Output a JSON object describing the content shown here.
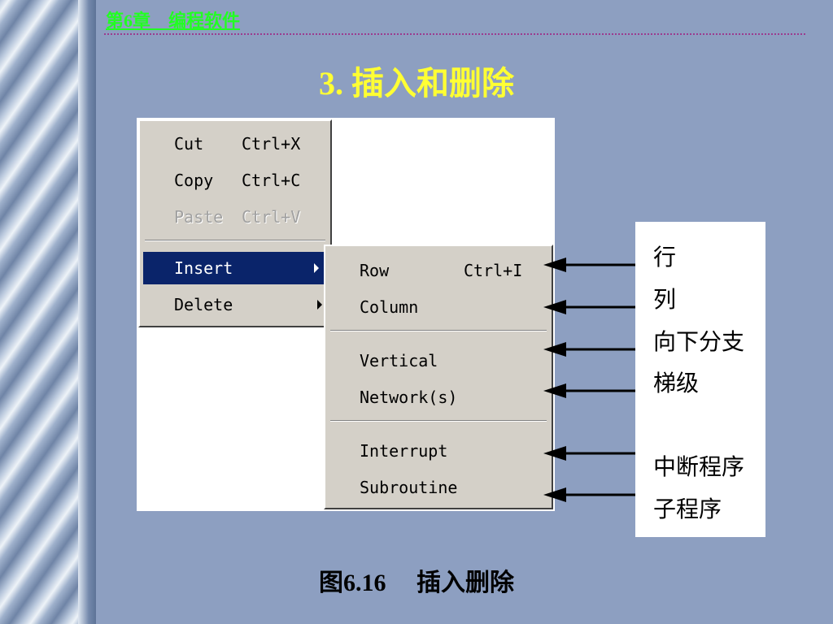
{
  "header": {
    "chapter": "第6章　编程软件",
    "title": "3. 插入和删除"
  },
  "context_menu": {
    "items": [
      {
        "label": "Cut",
        "accel": "Ctrl+X",
        "enabled": true
      },
      {
        "label": "Copy",
        "accel": "Ctrl+C",
        "enabled": true
      },
      {
        "label": "Paste",
        "accel": "Ctrl+V",
        "enabled": false
      },
      {
        "label": "Insert",
        "submenu": true,
        "highlighted": true
      },
      {
        "label": "Delete",
        "submenu": true
      }
    ]
  },
  "insert_submenu": {
    "items": [
      {
        "label": "Row",
        "accel": "Ctrl+I"
      },
      {
        "label": "Column"
      },
      {
        "label": "Vertical"
      },
      {
        "label": "Network(s)"
      },
      {
        "label": "Interrupt"
      },
      {
        "label": "Subroutine"
      }
    ]
  },
  "legend": {
    "items": [
      "行",
      "列",
      "向下分支",
      "梯级",
      "中断程序",
      "子程序"
    ]
  },
  "caption": "图6.16　 插入删除",
  "colors": {
    "background": "#8d9fc1",
    "title": "#ffff33",
    "chapter": "#22ff22",
    "menu": "#d4d0c8",
    "highlight": "#0a246a"
  }
}
